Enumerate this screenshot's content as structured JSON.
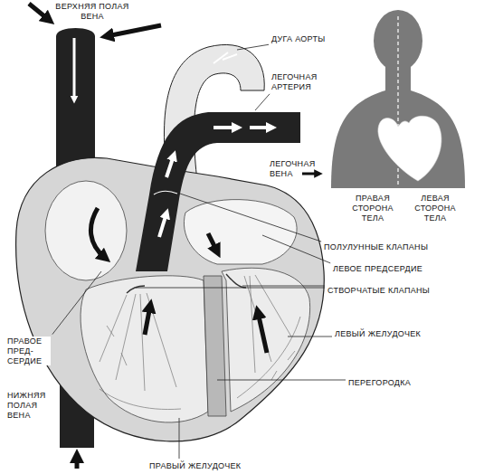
{
  "diagram": {
    "labels": [
      "ВЕРХНЯЯ ПОЛАЯ ВЕНА",
      "ДУГА АОРТЫ",
      "ЛЕГОЧНАЯ АРТЕРИЯ",
      "ЛЕГОЧНАЯ ВЕНА",
      "ПРАВАЯ СТОРОНА ТЕЛА",
      "ЛЕВАЯ СТОРОНА ТЕЛА",
      "ПОЛУЛУННЫЕ КЛАПАНЫ",
      "ЛЕВОЕ ПРЕДСЕРДИЕ",
      "СТВОРЧАТЫЕ КЛАПАНЫ",
      "ЛЕВЫЙ ЖЕЛУДОЧЕК",
      "ПЕРЕГОРОДКА",
      "ПРАВОЕ ПРЕД- СЕРДИЕ",
      "НИЖНЯЯ ПОЛАЯ ВЕНА",
      "ПРАВЫЙ ЖЕЛУДОЧЕК"
    ]
  }
}
